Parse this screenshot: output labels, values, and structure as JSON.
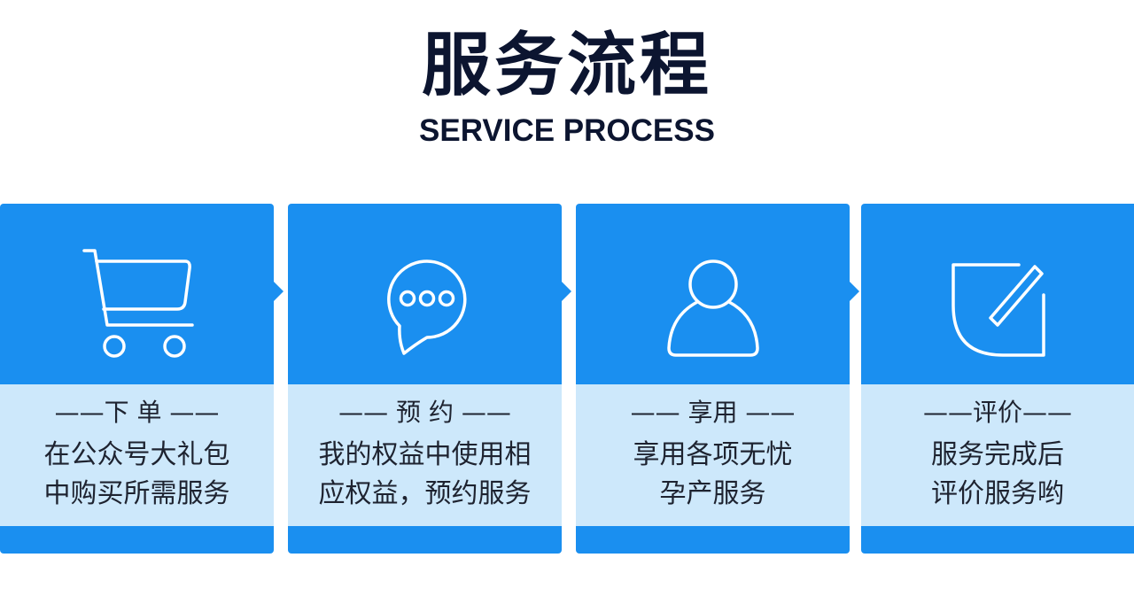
{
  "header": {
    "title": "服务流程",
    "subtitle": "SERVICE PROCESS"
  },
  "colors": {
    "card_blue": "#1a8ff0",
    "card_light": "#cde8fb",
    "title_dark": "#0c1530"
  },
  "steps": [
    {
      "icon": "shopping-cart-icon",
      "title": "——下 单 ——",
      "lines": [
        "在公众号大礼包",
        "中购买所需服务"
      ]
    },
    {
      "icon": "chat-bubble-icon",
      "title": "—— 预 约 ——",
      "lines": [
        "我的权益中使用相",
        "应权益，预约服务"
      ]
    },
    {
      "icon": "user-icon",
      "title": "—— 享用 ——",
      "lines": [
        "享用各项无忧",
        "孕产服务"
      ]
    },
    {
      "icon": "edit-icon",
      "title": "——评价——",
      "lines": [
        "服务完成后",
        "评价服务哟"
      ]
    }
  ]
}
